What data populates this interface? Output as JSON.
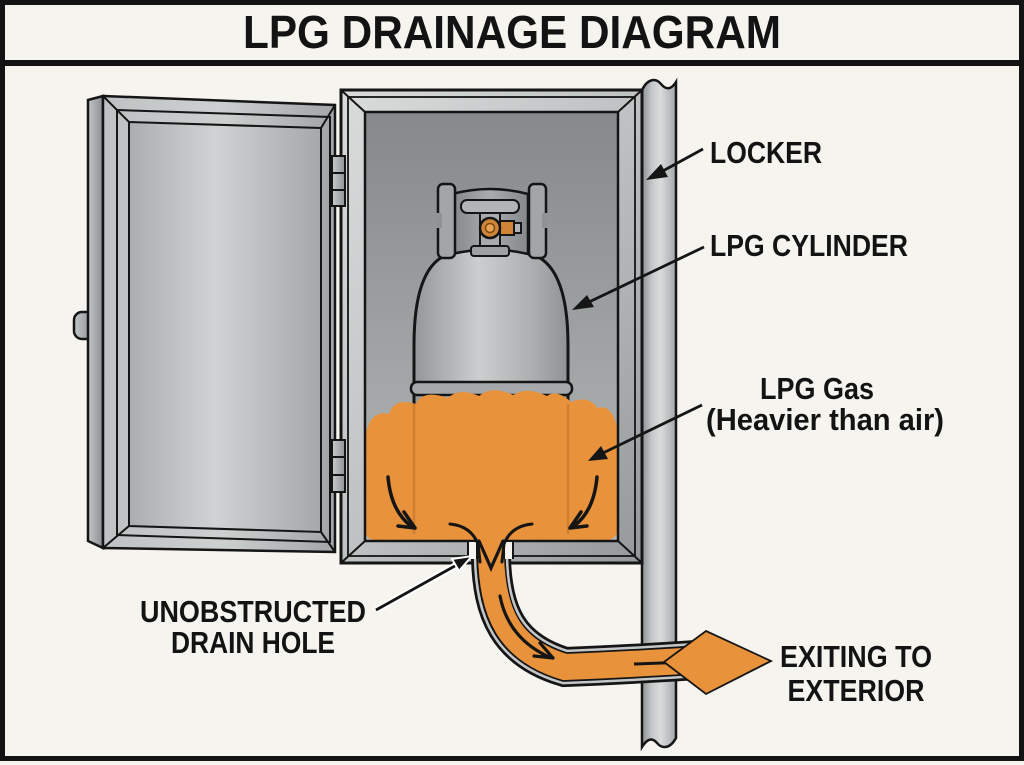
{
  "title": "LPG DRAINAGE DIAGRAM",
  "labels": {
    "locker": "LOCKER",
    "cylinder": "LPG CYLINDER",
    "gas_line1": "LPG Gas",
    "gas_line2": "(Heavier than air)",
    "drain_line1": "UNOBSTRUCTED",
    "drain_line2": "DRAIN HOLE",
    "exit_line1": "EXITING TO",
    "exit_line2": "EXTERIOR"
  },
  "colors": {
    "background": "#F5F4EF",
    "gas_orange": "#E8923C",
    "outline": "#151515",
    "metal_light": "#D6D8D8",
    "metal_mid": "#ADB0B1",
    "metal_dark": "#8E9193"
  }
}
